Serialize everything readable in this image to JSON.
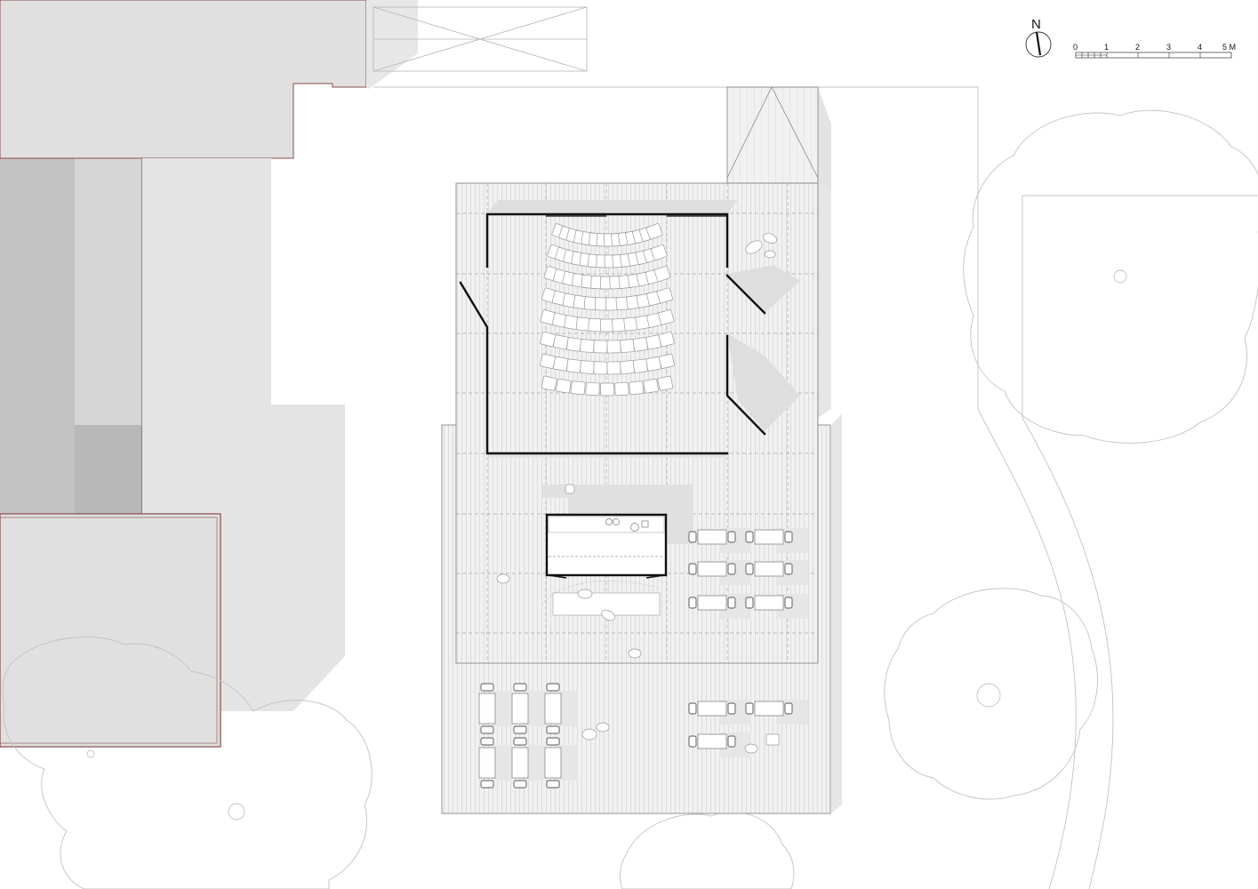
{
  "north_arrow": {
    "label": "N"
  },
  "scale_bar": {
    "tick_labels": [
      "0",
      "1",
      "2",
      "3",
      "4",
      "5 M"
    ],
    "unit": "M"
  },
  "layout_counts": {
    "seat_rows": 8
  },
  "colors": {
    "background": "#ffffff",
    "building_fill": "#e0e0e0",
    "building_dark": "#c4c4c4",
    "shadow": "#e4e4e4",
    "deck": "#efefef",
    "line": "#8a8a8a",
    "wall": "#111111",
    "tree_line": "#bdbdbd",
    "red_outline": "#8b4a4a"
  }
}
